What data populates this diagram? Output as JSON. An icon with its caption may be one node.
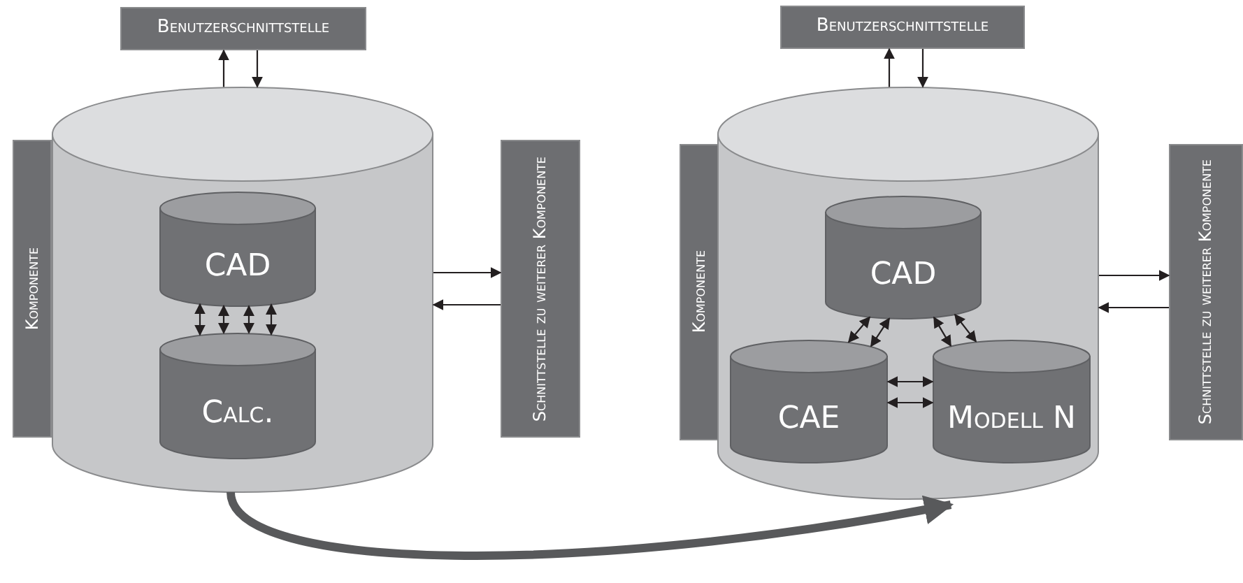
{
  "diagram": {
    "nodes": [
      {
        "text": [
          "Benutzerschnittstelle"
        ]
      },
      {
        "text": [
          "Komponente"
        ]
      },
      {
        "text": [],
        "shape": "cylinder"
      },
      {
        "text": [
          "CAD"
        ],
        "in": 2
      },
      {
        "text": [
          "Calc."
        ],
        "in": 2
      },
      {
        "text": [
          "Schnittstelle zu weiterer Komponente"
        ]
      },
      {
        "text": [
          "Benutzerschnittstelle"
        ]
      },
      {
        "text": [
          "Komponente"
        ]
      },
      {
        "text": [],
        "shape": "cylinder"
      },
      {
        "text": [
          "CAD"
        ],
        "in": 8
      },
      {
        "text": [
          "CAE"
        ],
        "in": 8
      },
      {
        "text": [
          "Modell N"
        ],
        "in": 8
      },
      {
        "text": [
          "Schnittstelle zu weiterer Komponente"
        ]
      }
    ],
    "edges": [
      {
        "from": 2,
        "to": 0,
        "arrow": "to"
      },
      {
        "from": 0,
        "to": 2,
        "arrow": "to"
      },
      {
        "from": 2,
        "to": 5,
        "arrow": "to"
      },
      {
        "from": 5,
        "to": 2,
        "arrow": "to"
      },
      {
        "from": 3,
        "to": 4,
        "arrow": "both"
      },
      {
        "from": 3,
        "to": 4,
        "arrow": "both"
      },
      {
        "from": 3,
        "to": 4,
        "arrow": "both"
      },
      {
        "from": 3,
        "to": 4,
        "arrow": "both"
      },
      {
        "from": 8,
        "to": 6,
        "arrow": "to"
      },
      {
        "from": 6,
        "to": 8,
        "arrow": "to"
      },
      {
        "from": 8,
        "to": 12,
        "arrow": "to"
      },
      {
        "from": 12,
        "to": 8,
        "arrow": "to"
      },
      {
        "from": 9,
        "to": 10,
        "arrow": "both"
      },
      {
        "from": 9,
        "to": 10,
        "arrow": "both"
      },
      {
        "from": 9,
        "to": 11,
        "arrow": "both"
      },
      {
        "from": 9,
        "to": 11,
        "arrow": "both"
      },
      {
        "from": 10,
        "to": 11,
        "arrow": "both"
      },
      {
        "from": 10,
        "to": 11,
        "arrow": "both"
      },
      {
        "from": 2,
        "to": 8,
        "arrow": "to",
        "style": "thick",
        "color": "#58595b"
      }
    ]
  }
}
